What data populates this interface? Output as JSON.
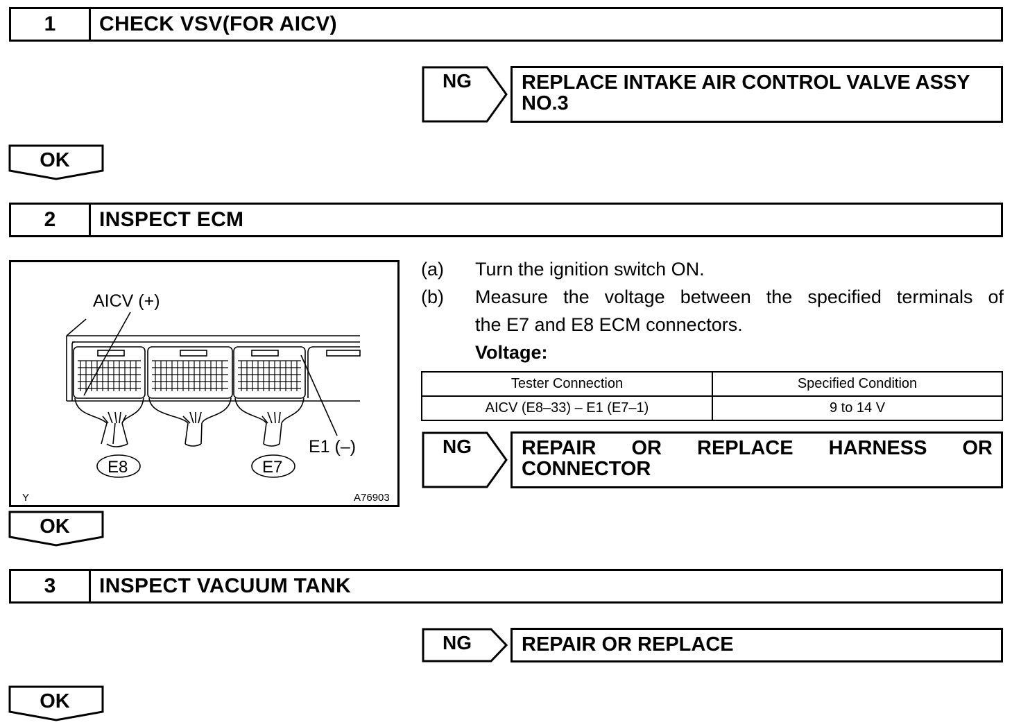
{
  "steps": [
    {
      "number": "1",
      "title": "CHECK VSV(FOR AICV)",
      "ng_label": "NG",
      "ng_result": "REPLACE INTAKE AIR CONTROL VALVE ASSY NO.3",
      "ok_label": "OK"
    },
    {
      "number": "2",
      "title": "INSPECT ECM",
      "instructions": [
        {
          "marker": "(a)",
          "text": "Turn the ignition switch ON."
        },
        {
          "marker": "(b)",
          "text_line1": "Measure the voltage between the specified terminals of",
          "text_line2": "the E7 and E8 ECM connectors."
        }
      ],
      "spec_title": "Voltage:",
      "table": {
        "headers": [
          "Tester Connection",
          "Specified Condition"
        ],
        "rows": [
          [
            "AICV (E8–33) – E1 (E7–1)",
            "9 to 14 V"
          ]
        ]
      },
      "ng_label": "NG",
      "ng_result_words": [
        "REPAIR",
        "OR",
        "REPLACE",
        "HARNESS",
        "OR"
      ],
      "ng_result_line2": "CONNECTOR",
      "ok_label": "OK",
      "figure": {
        "label_aicv": "AICV (+)",
        "label_e1": "E1 (–)",
        "connector_e8": "E8",
        "connector_e7": "E7",
        "corner_mark": "Y",
        "figure_code": "A76903"
      }
    },
    {
      "number": "3",
      "title": "INSPECT VACUUM TANK",
      "ng_label": "NG",
      "ng_result": "REPAIR OR REPLACE",
      "ok_label": "OK"
    }
  ]
}
